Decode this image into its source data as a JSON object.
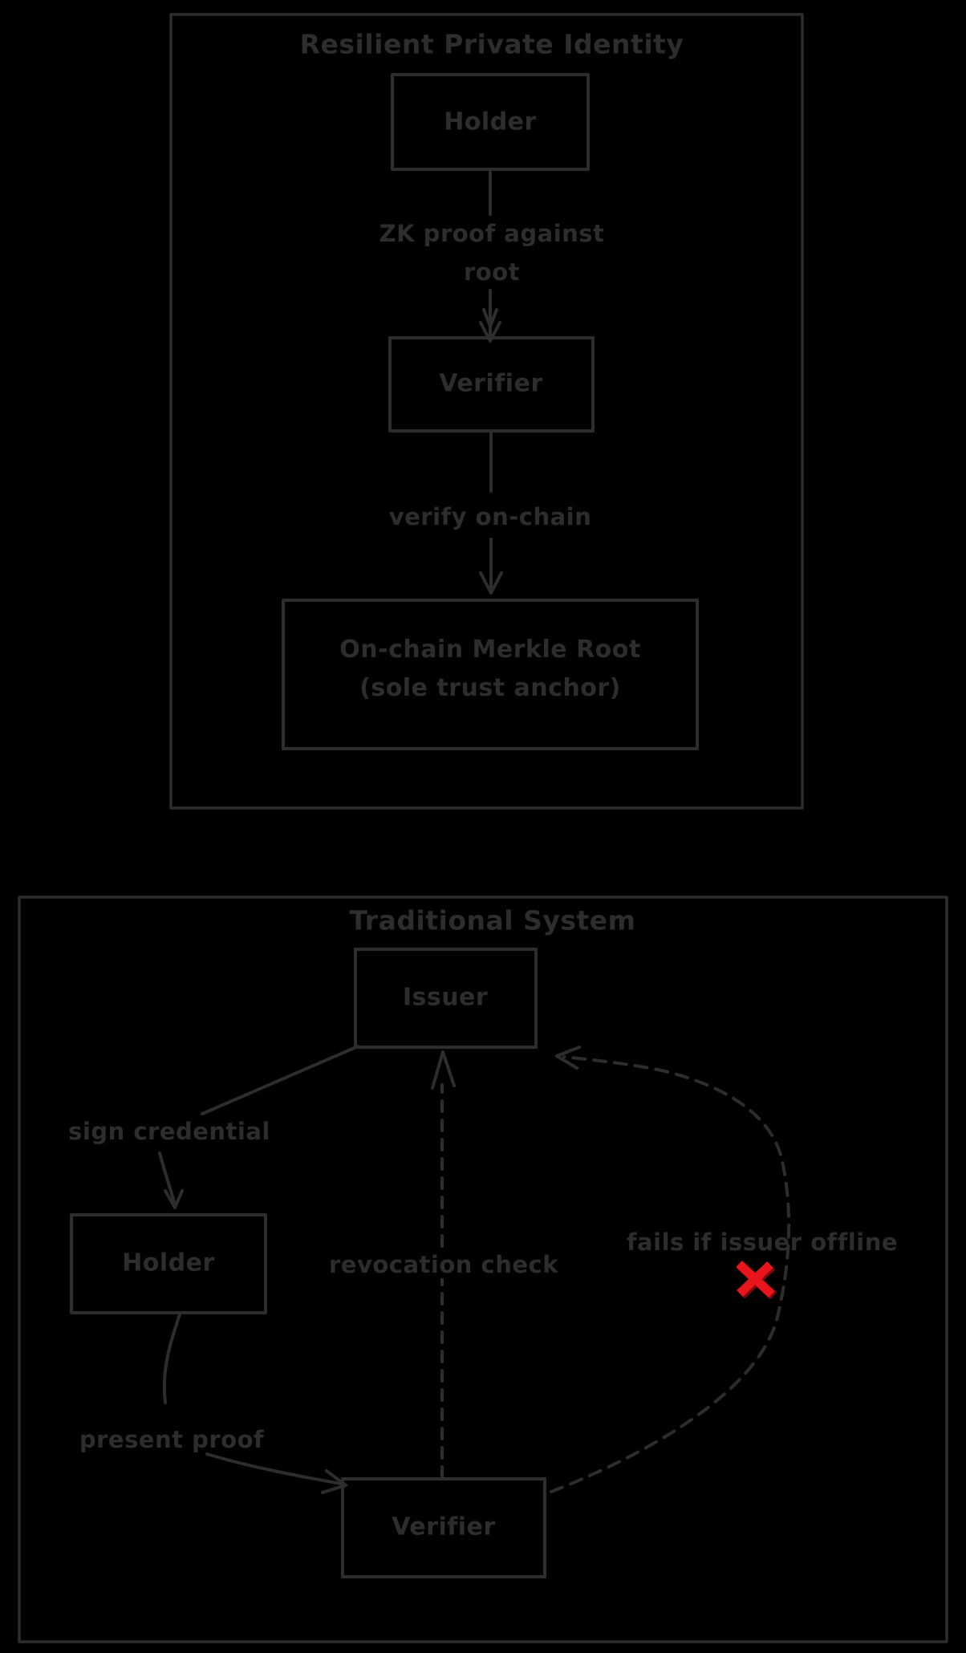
{
  "colors": {
    "background": "#000000",
    "stroke": "#2d2d2d",
    "text": "#2d2d2d",
    "failure_red": "#e8151c"
  },
  "diagram_resilient": {
    "title": "Resilient Private Identity",
    "nodes": {
      "holder": {
        "label": "Holder"
      },
      "verifier": {
        "label": "Verifier"
      },
      "merkle_root": {
        "label_line1": "On-chain Merkle Root",
        "label_line2": "(sole trust anchor)"
      }
    },
    "edges": {
      "zk_proof": {
        "label_line1": "ZK proof against",
        "label_line2": "root"
      },
      "verify": {
        "label": "verify on-chain"
      }
    }
  },
  "diagram_traditional": {
    "title": "Traditional System",
    "nodes": {
      "issuer": {
        "label": "Issuer"
      },
      "holder": {
        "label": "Holder"
      },
      "verifier": {
        "label": "Verifier"
      }
    },
    "edges": {
      "sign": {
        "label": "sign credential"
      },
      "present": {
        "label": "present proof"
      },
      "revocation": {
        "label": "revocation check"
      },
      "offline": {
        "label": "fails if issuer offline"
      }
    },
    "failure_icon": "red-x"
  }
}
